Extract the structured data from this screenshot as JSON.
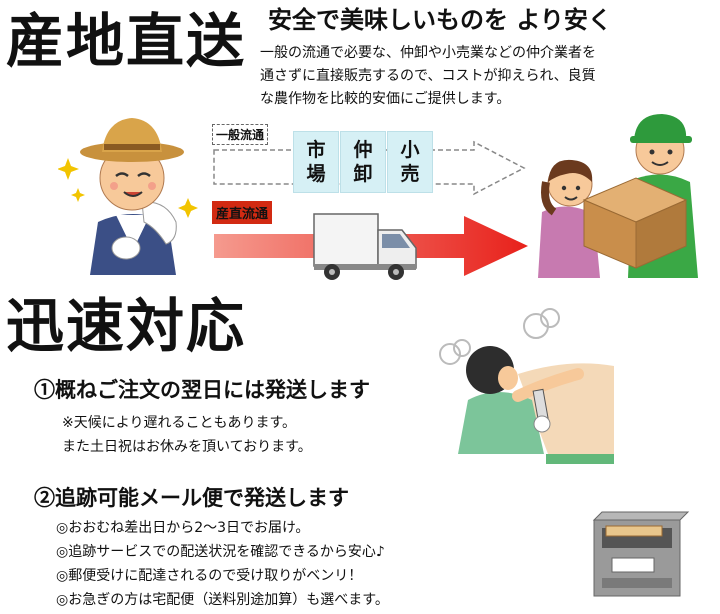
{
  "section1": {
    "title": "産地直送",
    "tagline": "安全で美味しいものを より安く",
    "description_lines": [
      "一般の流通で必要な、仲卸や小売業などの仲介業者を",
      "通さずに直接販売するので、コストが抑えられ、良質",
      "な農作物を比較的安価にご提供します。"
    ],
    "route_general": "一般流通",
    "route_direct": "産直流通",
    "intermediaries": [
      "市場",
      "仲卸",
      "小売"
    ]
  },
  "section2": {
    "title": "迅速対応",
    "point1": {
      "title": "①概ねご注文の翌日には発送します",
      "notes": [
        "※天候により遅れることもあります。",
        "また土日祝はお休みを頂いております。"
      ]
    },
    "point2": {
      "title": "②追跡可能メール便で発送します",
      "notes": [
        "◎おおむね差出日から2〜3日でお届け。",
        "◎追跡サービスでの配送状況を確認できるから安心♪",
        "◎郵便受けに配達されるので受け取りがベンリ！",
        "◎お急ぎの方は宅配便（送料別途加算）も選べます。"
      ]
    }
  },
  "colors": {
    "accent_red": "#e8211b",
    "box_blue": "#d6f0f5",
    "label_red": "#d22a12"
  },
  "illustrations": [
    "farmer-illustration",
    "truck-illustration",
    "delivery-handoff-illustration",
    "busy-worker-illustration",
    "mailbox-illustration"
  ]
}
